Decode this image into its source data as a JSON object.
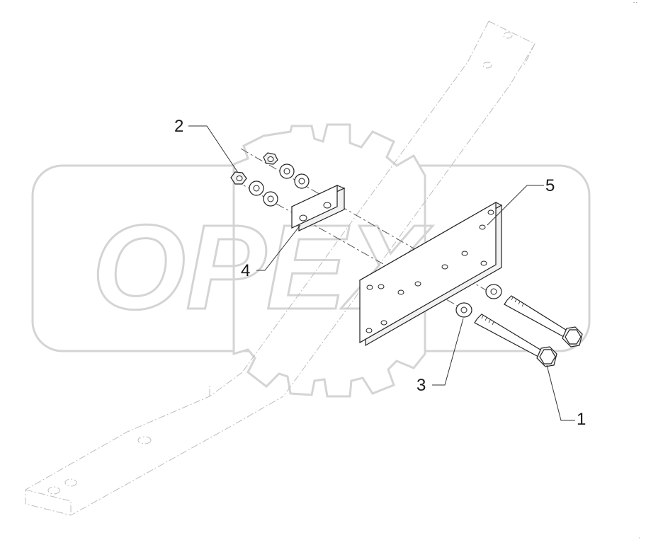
{
  "watermark": {
    "brand_text": "OPEX"
  },
  "corner_marks": {
    "top_right": "ˆ ˆ",
    "bottom_right": "‚"
  },
  "callouts": [
    {
      "id": "1",
      "label": "1"
    },
    {
      "id": "2",
      "label": "2"
    },
    {
      "id": "3",
      "label": "3"
    },
    {
      "id": "4",
      "label": "4"
    },
    {
      "id": "5",
      "label": "5"
    }
  ]
}
